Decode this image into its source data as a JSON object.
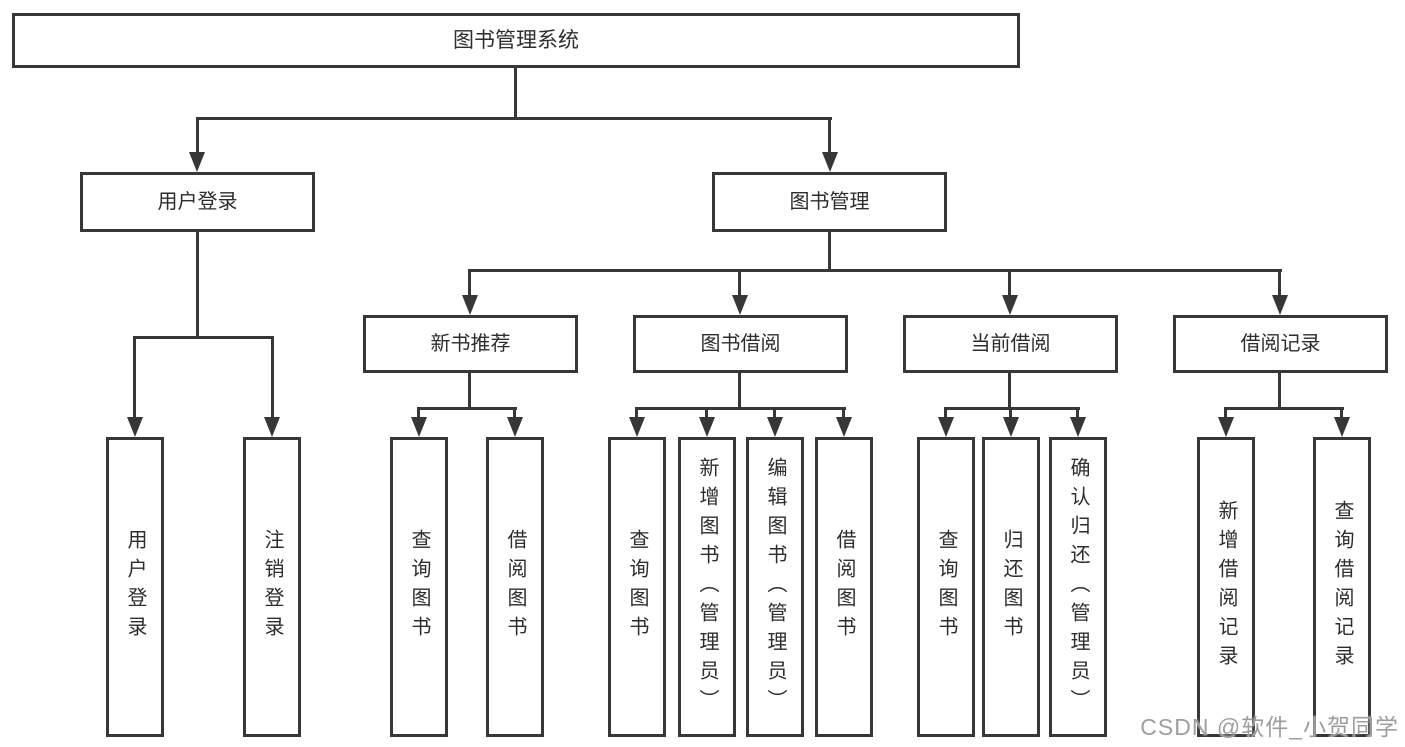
{
  "diagram_title": "图书管理系统",
  "tree": {
    "root": {
      "label": "图书管理系统"
    },
    "branches": [
      {
        "label": "用户登录",
        "children": [
          {
            "label": "用户登录"
          },
          {
            "label": "注销登录"
          }
        ]
      },
      {
        "label": "图书管理",
        "sections": [
          {
            "label": "新书推荐",
            "children": [
              {
                "label": "查询图书"
              },
              {
                "label": "借阅图书"
              }
            ]
          },
          {
            "label": "图书借阅",
            "children": [
              {
                "label": "查询图书"
              },
              {
                "label": "新增图书（管理员）"
              },
              {
                "label": "编辑图书（管理员）"
              },
              {
                "label": "借阅图书"
              }
            ]
          },
          {
            "label": "当前借阅",
            "children": [
              {
                "label": "查询图书"
              },
              {
                "label": "归还图书"
              },
              {
                "label": "确认归还（管理员）"
              }
            ]
          },
          {
            "label": "借阅记录",
            "children": [
              {
                "label": "新增借阅记录"
              },
              {
                "label": "查询借阅记录"
              }
            ]
          }
        ]
      }
    ]
  },
  "watermark": {
    "text": "CSDN @软件_小贺同学"
  },
  "colors": {
    "line": "#373737",
    "text": "#2d2d2d",
    "box_background": "#ffffff",
    "watermark": "#9e9e9e",
    "page_background": "#ffffff"
  }
}
